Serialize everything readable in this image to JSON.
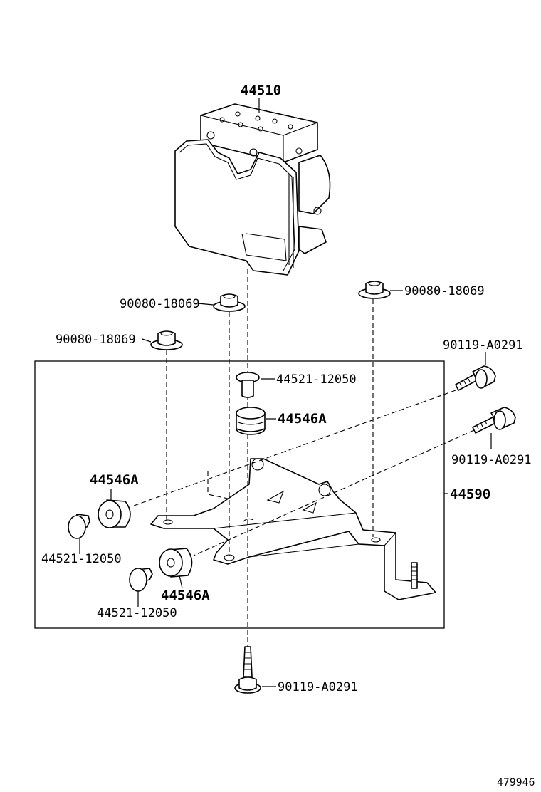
{
  "labels": {
    "actuator": "44510",
    "bracket": "44590",
    "nut_center": "90080-18069",
    "nut_right": "90080-18069",
    "nut_left": "90080-18069",
    "bolt_top_right": "90119-A0291",
    "bolt_mid_right": "90119-A0291",
    "bolt_bottom": "90119-A0291",
    "collar_top": "44521-12050",
    "collar_left": "44521-12050",
    "collar_bottom": "44521-12050",
    "cushion_top": "44546A",
    "cushion_left": "44546A",
    "cushion_bottom": "44546A"
  },
  "reference_number": "479946"
}
